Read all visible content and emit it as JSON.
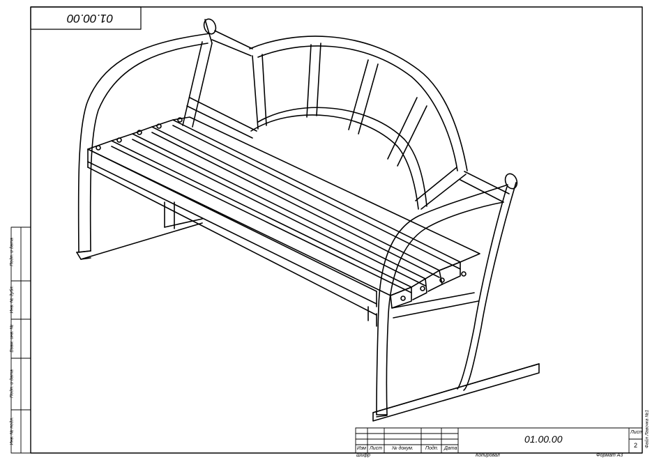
{
  "corner_stamp": {
    "text": "01.00.00"
  },
  "side_stamp": {
    "labels": [
      "Подп. и дата",
      "Инв. № дубл.",
      "Взам. инв. №",
      "Подп. и дата",
      "Инв. № подл."
    ]
  },
  "title_block": {
    "header_labels": [
      "Изм",
      "Лист",
      "№ докум.",
      "Подп.",
      "Дата"
    ],
    "designation": "01.00.00",
    "sheet_label": "Лист",
    "sheet_number": "2"
  },
  "footer": {
    "left": "Шифр",
    "middle": "Копировал",
    "right": "Формат А3",
    "file_note": "Файл Лавочка №1"
  },
  "drawing": {
    "subject": "bench-isometric",
    "line_color": "#000000"
  }
}
